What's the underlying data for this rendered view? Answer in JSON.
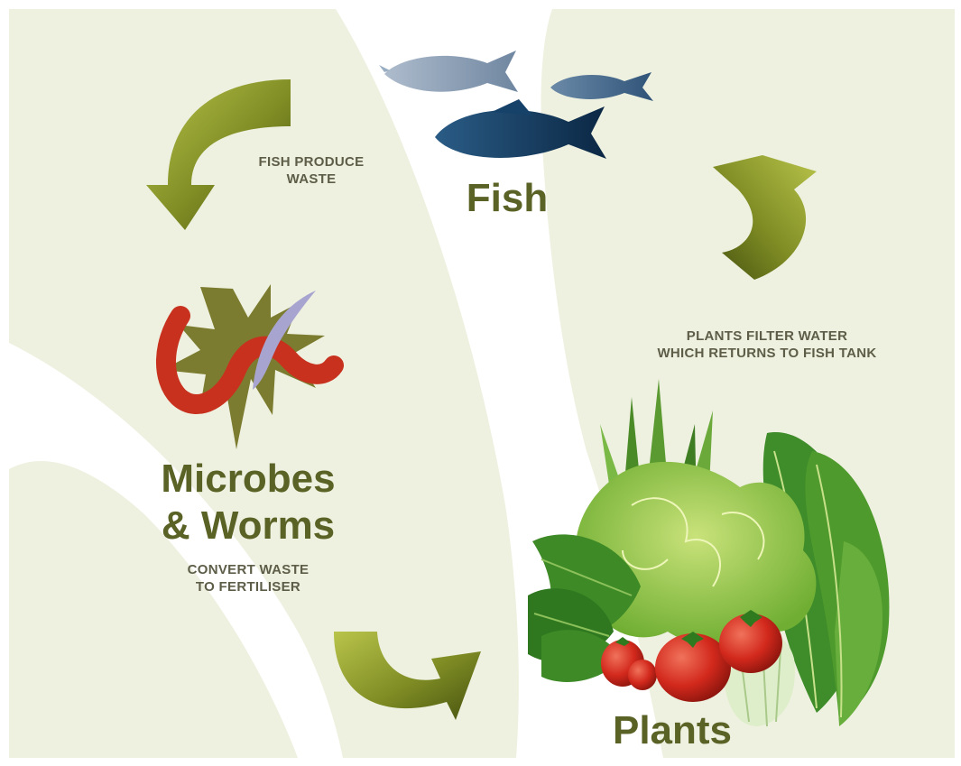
{
  "diagram": {
    "fish": {
      "title": "Fish",
      "caption_line1": "FISH PRODUCE",
      "caption_line2": "WASTE"
    },
    "microbes": {
      "title_line1": "Microbes",
      "title_line2": "& Worms",
      "caption_line1": "CONVERT WASTE",
      "caption_line2": "TO FERTILISER"
    },
    "plants": {
      "title": "Plants",
      "caption_line1": "PLANTS FILTER WATER",
      "caption_line2": "WHICH RETURNS TO FISH TANK"
    }
  },
  "colors": {
    "background_panel": "#eef1e0",
    "gap": "#ffffff",
    "arrow_light": "#b3bf45",
    "arrow_dark": "#4d5a12",
    "title_text": "#5b6226",
    "caption_text": "#5d5d48",
    "fish_light": "#9aaec3",
    "fish_dark": "#10355c",
    "worm": "#c8311e",
    "microbe": "#7c7c30",
    "tomato": "#d2281c",
    "leaf": "#4f9a2c"
  },
  "icons": [
    "fish-icon",
    "microbe-icon",
    "worm-icon",
    "plants-icon",
    "tomato-icon",
    "cycle-arrow-icon"
  ]
}
